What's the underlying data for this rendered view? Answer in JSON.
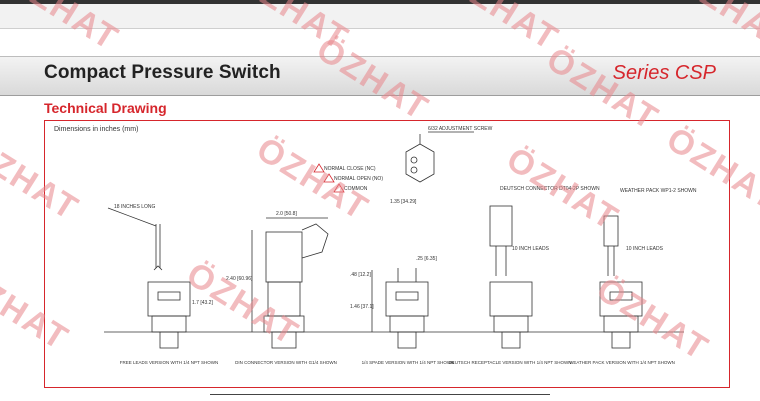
{
  "header": {
    "title": "Compact Pressure Switch",
    "series": "Series CSP"
  },
  "section": {
    "heading": "Technical Drawing"
  },
  "drawing": {
    "dimensions_note": "Dimensions in inches (mm)",
    "labels": {
      "adjust_screw": "6/32 ADJUSTMENT SCREW",
      "normal_close": "NORMAL CLOSE (NC)",
      "normal_open": "NORMAL OPEN (NO)",
      "common": "COMMON",
      "dim_135": "1.35 [34.29]",
      "leads_long": "18 INCHES LONG",
      "dim_20": "2.0 [50.8]",
      "dim_240": "2.40 [60.96]",
      "dim_17": "1.7 [43.2]",
      "dim_48": ".48 [12.2]",
      "dim_146": "1.46 [37.1]",
      "dim_25": ".25 [6.35]",
      "deutsch_conn": "DEUTSCH CONNECTOR DT04-2P SHOWN",
      "inch_leads_1": "10 INCH LEADS",
      "weather_pack": "WEATHER PACK WP1-2 SHOWN",
      "inch_leads_2": "10 INCH LEADS"
    },
    "captions": [
      "FREE LEADS VERSION WITH 1/4 NPT SHOWN",
      "DIN CONNECTOR VERSION WITH G1/4 SHOWN",
      "1/4 SPADE VERSION WITH 1/4 NPT SHOWN",
      "DEUTSCH RECEPTACLE VERSION WITH 1/4 NPT SHOWN",
      "WEATHER PACK VERSION WITH 1/4 NPT SHOWN"
    ]
  },
  "watermark": "ÖZHAT",
  "colors": {
    "accent": "#d6262c",
    "watermark": "#e8868b"
  }
}
